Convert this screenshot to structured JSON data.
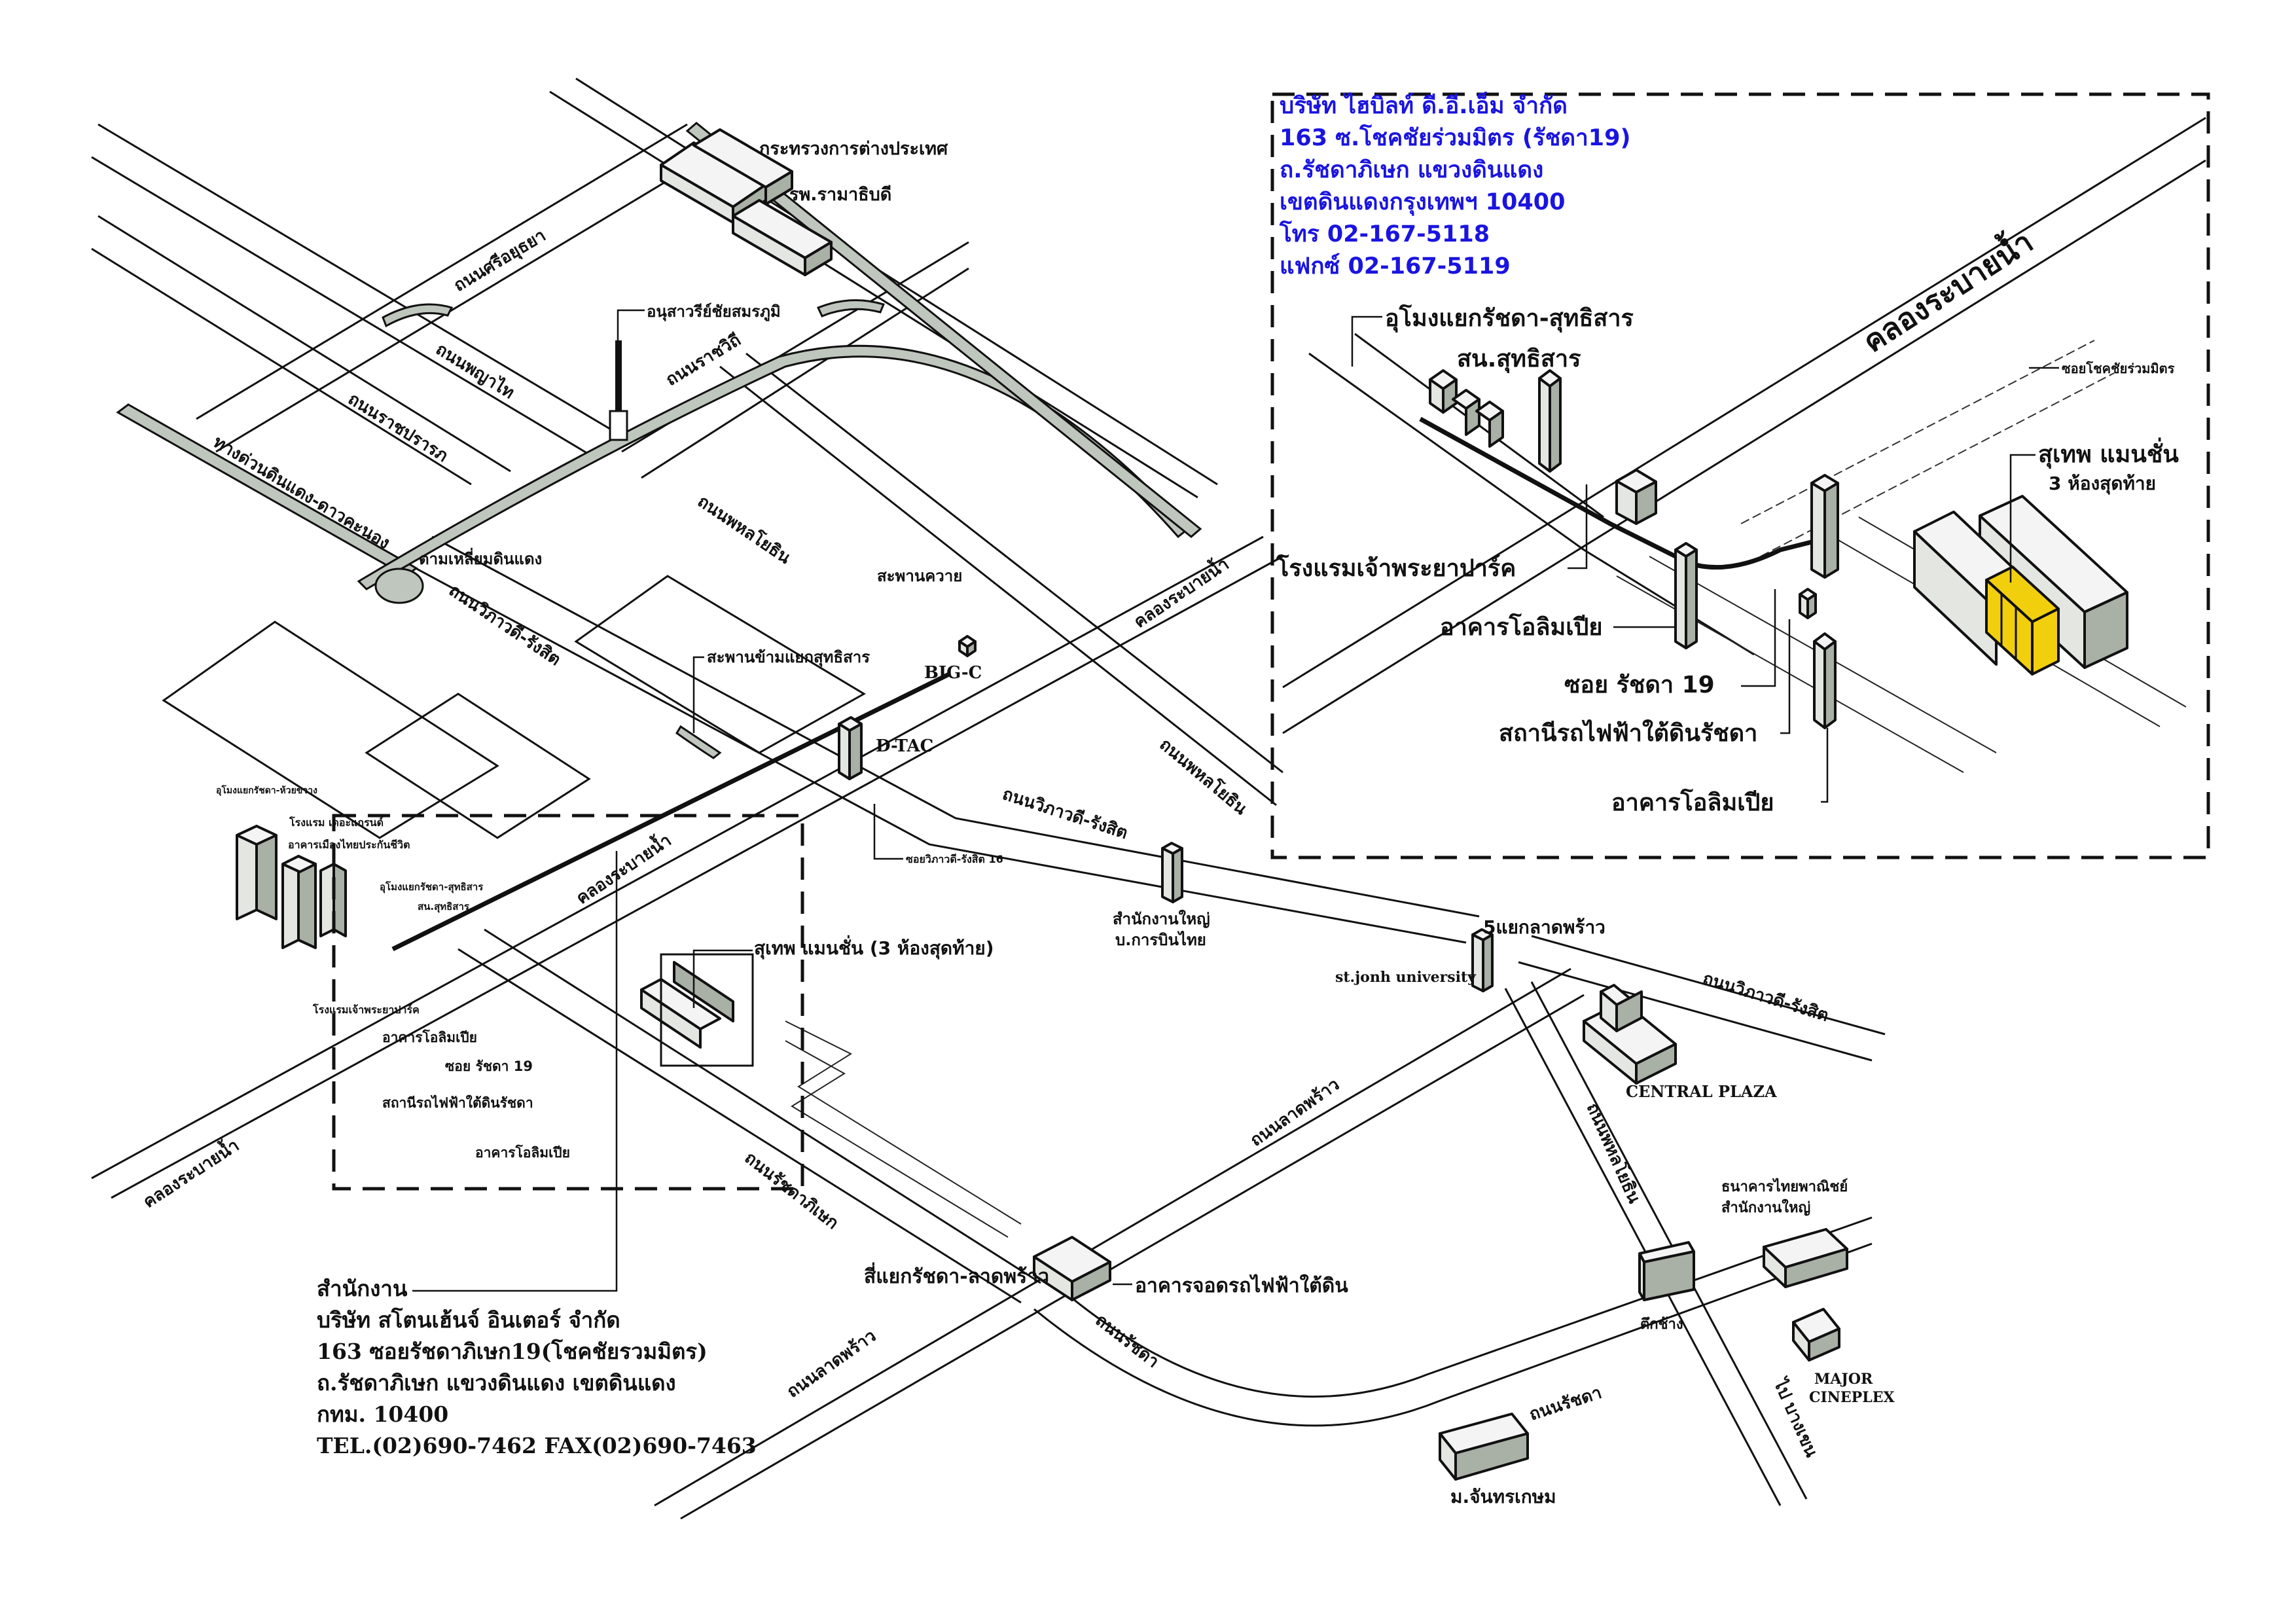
{
  "map_title": "แผนที่บริษัท ไฮบิลท์ ดี.อี.เอ็ม จำกัด",
  "company_box": {
    "lines": [
      "บริษัท ไฮบิลท์ ดี.อี.เอ็ม จำกัด",
      "163 ซ.โชคชัยร่วมมิตร (รัชดา19)",
      "ถ.รัชดาภิเษก แขวงดินแดง",
      "เขตดินแดงกรุงเทพฯ 10400",
      "โทร 02-167-5118",
      "แฟกซ์ 02-167-5119"
    ],
    "text_color": "#1a14e0"
  },
  "office_box": {
    "lines": [
      "สำนักงาน",
      "บริษัท สโตนเฮ้นจ์ อินเตอร์ จำกัด",
      "163 ซอยรัชดาภิเษก19(โชคชัยรวมมิตร)",
      "ถ.รัชดาภิเษก แขวงดินแดง เขตดินแดง",
      "กทม. 10400",
      "TEL.(02)690-7462  FAX(02)690-7463"
    ]
  },
  "inset": {
    "canal": "คลองระบายน้ำ",
    "tunnel": "อุโมงแยกรัชดา-สุทธิสาร",
    "station_sutthisan": "สน.สุทธิสาร",
    "soi_chokchai": "ซอยโชคชัยร่วมมิตร",
    "target_building": "สุเทพ แมนชั่น",
    "target_note": "3 ห้องสุดท้าย",
    "hotel": "โรงแรมเจ้าพระยาปาร์ค",
    "olympia_1": "อาคารโอลิมเปีย",
    "soi_ratchada19": "ซอย รัชดา 19",
    "mrt_station": "สถานีรถไฟฟ้าใต้ดินรัชดา",
    "olympia_2": "อาคารโอลิมเปีย",
    "highlight_color": "#f2cf0d"
  },
  "landmarks": {
    "foreign_ministry": "กระทรวงการต่างประเทศ",
    "ramathibodi": "รพ.รามาธิบดี",
    "victory_monument": "อนุสาวรีย์ชัยสมรภูมิ",
    "din_daeng_flats": "ตามเหลี่ยมดินแดง",
    "saphan_khwai": "สะพานควาย",
    "sutthisan_bridge": "สะพานข้ามแยกสุทธิสาร",
    "big_c": "BIG-C",
    "dtac": "D-TAC",
    "soi_vibhavadi16": "ซอยวิภาวดี-รังสิต 16",
    "thai_airways": [
      "สำนักงานใหญ่",
      "บ.การบินไทย"
    ],
    "ha_yaek": "5แยกลาดพร้าว",
    "st_john": "st.jonh university",
    "central_plaza": "CENTRAL PLAZA",
    "huai_khwang_tunnel": "อุโมงแยกรัชดา-ห้วยขวาง",
    "grand_hotel": "โรงแรม เดอะแกรนด์",
    "muang_thai": "อาคารเมืองไทยประกันชีวิต",
    "tunnel_small": "อุโมงแยกรัชดา-สุทธิสาร",
    "station_small": "สน.สุทธิสาร",
    "target_small": "สุเทพ แมนชั่น (3 ห้องสุดท้าย)",
    "hotel_small": "โรงแรมเจ้าพระยาปาร์ค",
    "olympia_small_1": "อาคารโอลิมเปีย",
    "soi19_small": "ซอย รัชดา 19",
    "mrt_small": "สถานีรถไฟฟ้าใต้ดินรัชดา",
    "olympia_small_2": "อาคารโอลิมเปีย",
    "mrt_depot": "อาคารจอดรถไฟฟ้าใต้ดิน",
    "si_yaek": "สี่แยกรัชดา-ลาดพร้าว",
    "scb": [
      "ธนาคารไทยพาณิชย์",
      "สำนักงานใหญ่"
    ],
    "tuek_chang": "ตึกช้าง",
    "major": [
      "MAJOR",
      "CINEPLEX"
    ],
    "chandrakasem": "ม.จันทรเกษม"
  },
  "roads": {
    "sri_ayutthaya": "ถนนศรีอยุธยา",
    "phaya_thai": "ถนนพญาไท",
    "ratchaprarop": "ถนนราชปรารภ",
    "ratchawithi": "ถนนราชวิถี",
    "expressway": "ทางด่วนดินแดง-ดาวคะนอง",
    "vibhavadi_1": "ถนนวิภาวดี-รังสิต",
    "phahon_1": "ถนนพหลโยธิน",
    "canal_1": "คลองระบายน้ำ",
    "canal_2": "คลองระบายน้ำ",
    "canal_3": "คลองระบายน้ำ",
    "vibhavadi_2": "ถนนวิภาวดี-รังสิต",
    "phahon_2": "ถนนพหลโยธิน",
    "vibhavadi_3": "ถนนวิภาวดี-รังสิต",
    "ratchadaphisek": "ถนนรัชดาภิเษก",
    "lat_phrao_1": "ถนนลาดพร้าว",
    "lat_phrao_2": "ถนนลาดพร้าว",
    "ratchada_1": "ถนนรัชดา",
    "ratchada_2": "ถนนรัชดา",
    "phahon_3": "ถนนพหลโยธิน",
    "to_bang_khen": "ไป บางเขน"
  }
}
